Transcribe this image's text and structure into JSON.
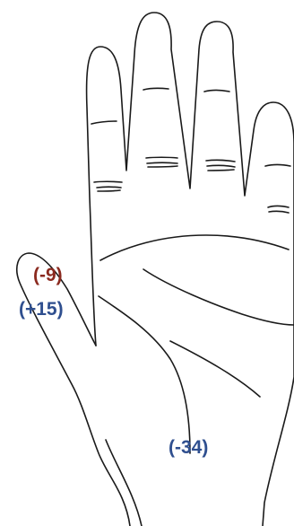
{
  "colors": {
    "outline": "#1a1a1a",
    "negative_label": "#8b2a1f",
    "blue_label": "#2f4f8f"
  },
  "labels": {
    "thumb_top": "(-9)",
    "thumb_bottom": "(+15)",
    "palm_base": "(-34)"
  }
}
